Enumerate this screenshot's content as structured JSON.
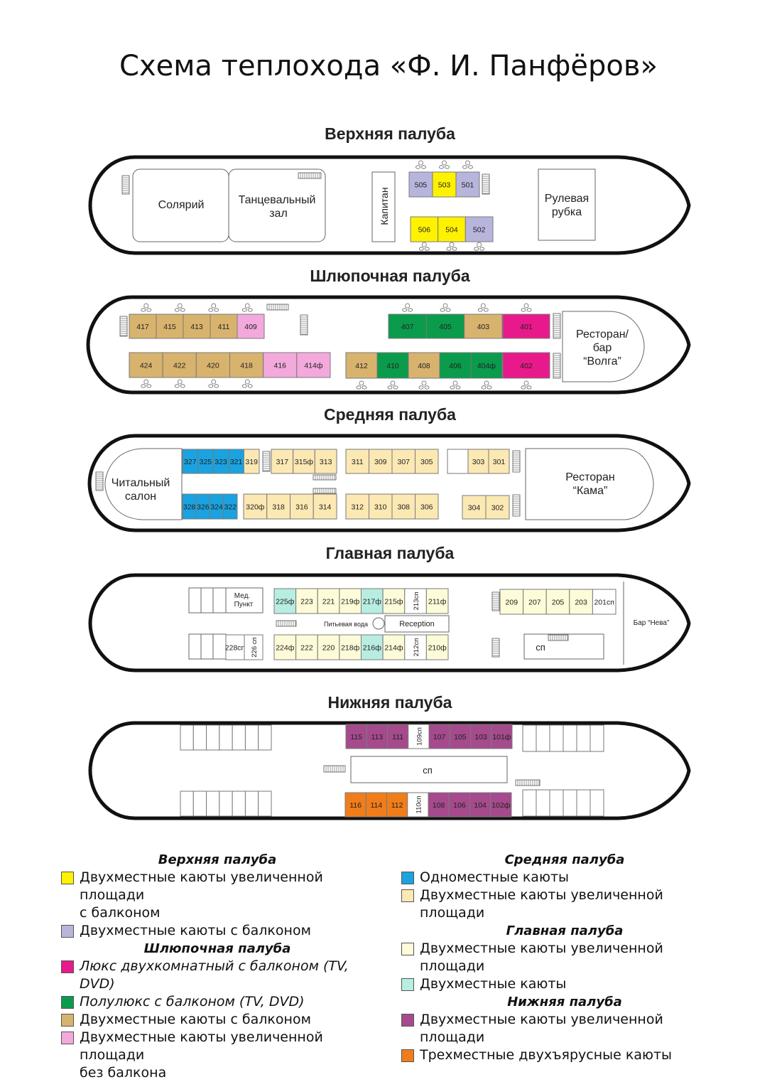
{
  "title": "Схема теплохода «Ф. И. Панфёров»",
  "colors": {
    "yellow": "#fff200",
    "lavender": "#b7b5dc",
    "magenta": "#e8198b",
    "green": "#0a9b4c",
    "tan": "#d8b36e",
    "pink": "#f3a9dc",
    "blue": "#1aa3e0",
    "cream": "#fce8b3",
    "ivory": "#fdfbd8",
    "aqua": "#b8ede1",
    "purple": "#a54a8c",
    "orange": "#f07d1a",
    "none": "#ffffff"
  },
  "decks": {
    "upper": {
      "name": "Верхняя палуба",
      "areas": {
        "solarium": "Солярий",
        "dance_line1": "Танцевальный",
        "dance_line2": "зал",
        "captain": "Капитан",
        "wheel_line1": "Рулевая",
        "wheel_line2": "рубка"
      },
      "cabins_top": [
        {
          "n": "505",
          "c": "lavender"
        },
        {
          "n": "503",
          "c": "yellow"
        },
        {
          "n": "501",
          "c": "lavender"
        }
      ],
      "cabins_bottom": [
        {
          "n": "506",
          "c": "yellow"
        },
        {
          "n": "504",
          "c": "yellow"
        },
        {
          "n": "502",
          "c": "lavender"
        }
      ]
    },
    "boat": {
      "name": "Шлюпочная палуба",
      "areas": {
        "rest_line1": "Ресторан/",
        "rest_line2": "бар",
        "rest_line3": "“Волга”"
      },
      "cabins_top_a": [
        {
          "n": "417",
          "c": "tan"
        },
        {
          "n": "415",
          "c": "tan"
        },
        {
          "n": "413",
          "c": "tan"
        },
        {
          "n": "411",
          "c": "tan"
        },
        {
          "n": "409",
          "c": "pink"
        }
      ],
      "cabins_top_b": [
        {
          "n": "407",
          "c": "green"
        },
        {
          "n": "405",
          "c": "green"
        },
        {
          "n": "403",
          "c": "tan"
        }
      ],
      "cabins_top_c": [
        {
          "n": "401",
          "c": "magenta"
        }
      ],
      "cabins_bottom_a": [
        {
          "n": "424",
          "c": "tan"
        },
        {
          "n": "422",
          "c": "tan"
        },
        {
          "n": "420",
          "c": "tan"
        },
        {
          "n": "418",
          "c": "tan"
        },
        {
          "n": "416",
          "c": "pink"
        },
        {
          "n": "414ф",
          "c": "pink"
        }
      ],
      "cabins_bottom_b": [
        {
          "n": "412",
          "c": "tan"
        },
        {
          "n": "410",
          "c": "green"
        },
        {
          "n": "408",
          "c": "tan"
        },
        {
          "n": "406",
          "c": "green"
        },
        {
          "n": "404ф",
          "c": "green"
        }
      ],
      "cabins_bottom_c": [
        {
          "n": "402",
          "c": "magenta"
        }
      ]
    },
    "middle": {
      "name": "Средняя палуба",
      "areas": {
        "reading_line1": "Читальный",
        "reading_line2": "салон",
        "rest_line1": "Ресторан",
        "rest_line2": "“Кама”"
      },
      "cabins_top_a": [
        {
          "n": "327",
          "c": "blue"
        },
        {
          "n": "325",
          "c": "blue"
        },
        {
          "n": "323",
          "c": "blue"
        },
        {
          "n": "321",
          "c": "blue"
        },
        {
          "n": "319",
          "c": "cream"
        }
      ],
      "cabins_top_b": [
        {
          "n": "317",
          "c": "cream"
        },
        {
          "n": "315ф",
          "c": "cream"
        },
        {
          "n": "313",
          "c": "cream"
        }
      ],
      "cabins_top_c": [
        {
          "n": "311",
          "c": "cream"
        },
        {
          "n": "309",
          "c": "cream"
        },
        {
          "n": "307",
          "c": "cream"
        },
        {
          "n": "305",
          "c": "cream"
        }
      ],
      "cabins_top_d": [
        {
          "n": "",
          "c": "none"
        },
        {
          "n": "303",
          "c": "cream"
        },
        {
          "n": "301",
          "c": "cream"
        }
      ],
      "cabins_bottom_a": [
        {
          "n": "328",
          "c": "blue"
        },
        {
          "n": "326",
          "c": "blue"
        },
        {
          "n": "324",
          "c": "blue"
        },
        {
          "n": "322",
          "c": "blue"
        }
      ],
      "cabins_bottom_b": [
        {
          "n": "320ф",
          "c": "cream"
        },
        {
          "n": "318",
          "c": "cream"
        },
        {
          "n": "316",
          "c": "cream"
        },
        {
          "n": "314",
          "c": "cream"
        }
      ],
      "cabins_bottom_c": [
        {
          "n": "312",
          "c": "cream"
        },
        {
          "n": "310",
          "c": "cream"
        },
        {
          "n": "308",
          "c": "cream"
        },
        {
          "n": "306",
          "c": "cream"
        }
      ],
      "cabins_bottom_d": [
        {
          "n": "304",
          "c": "cream"
        },
        {
          "n": "302",
          "c": "cream"
        }
      ]
    },
    "main": {
      "name": "Главная палуба",
      "areas": {
        "med_line1": "Мед.",
        "med_line2": "Пункт",
        "water": "Питьевая вода",
        "reception": "Reception",
        "bar": "Бар “Нева”",
        "wc": "сп"
      },
      "cabins_top_a": [
        {
          "n": "225ф",
          "c": "aqua"
        },
        {
          "n": "223",
          "c": "ivory"
        },
        {
          "n": "221",
          "c": "ivory"
        },
        {
          "n": "219ф",
          "c": "ivory"
        },
        {
          "n": "217ф",
          "c": "aqua"
        },
        {
          "n": "215ф",
          "c": "ivory"
        },
        {
          "n": "213сп",
          "c": "none",
          "v": true
        },
        {
          "n": "211ф",
          "c": "ivory"
        }
      ],
      "cabins_top_b": [
        {
          "n": "209",
          "c": "ivory"
        },
        {
          "n": "207",
          "c": "ivory"
        },
        {
          "n": "205",
          "c": "ivory"
        },
        {
          "n": "203",
          "c": "ivory"
        },
        {
          "n": "201сп",
          "c": "none"
        }
      ],
      "cabins_bottom_a": [
        {
          "n": "228сп",
          "c": "none"
        },
        {
          "n": "226 сп",
          "c": "none",
          "v": true
        }
      ],
      "cabins_bottom_b": [
        {
          "n": "224ф",
          "c": "ivory"
        },
        {
          "n": "222",
          "c": "ivory"
        },
        {
          "n": "220",
          "c": "ivory"
        },
        {
          "n": "218ф",
          "c": "ivory"
        },
        {
          "n": "216ф",
          "c": "aqua"
        },
        {
          "n": "214ф",
          "c": "ivory"
        },
        {
          "n": "212сп",
          "c": "none",
          "v": true
        },
        {
          "n": "210ф",
          "c": "ivory"
        }
      ]
    },
    "lower": {
      "name": "Нижняя палуба",
      "areas": {
        "wc": "сп"
      },
      "cabins_top": [
        {
          "n": "115",
          "c": "purple"
        },
        {
          "n": "113",
          "c": "purple"
        },
        {
          "n": "111",
          "c": "purple"
        },
        {
          "n": "109сп",
          "c": "none",
          "v": true
        },
        {
          "n": "107",
          "c": "purple"
        },
        {
          "n": "105",
          "c": "purple"
        },
        {
          "n": "103",
          "c": "purple"
        },
        {
          "n": "101ф",
          "c": "purple"
        }
      ],
      "cabins_bottom": [
        {
          "n": "116",
          "c": "orange"
        },
        {
          "n": "114",
          "c": "orange"
        },
        {
          "n": "112",
          "c": "orange"
        },
        {
          "n": "110сп",
          "c": "none",
          "v": true
        },
        {
          "n": "108",
          "c": "purple"
        },
        {
          "n": "106",
          "c": "purple"
        },
        {
          "n": "104",
          "c": "purple"
        },
        {
          "n": "102ф",
          "c": "purple"
        }
      ]
    }
  },
  "legend": {
    "left": [
      {
        "type": "heading",
        "text": "Верхняя палуба"
      },
      {
        "type": "item",
        "color": "yellow",
        "lines": [
          "Двухместные каюты увеличенной площади",
          "с балконом"
        ]
      },
      {
        "type": "item",
        "color": "lavender",
        "lines": [
          "Двухместные каюты с балконом"
        ]
      },
      {
        "type": "heading",
        "text": "Шлюпочная палуба"
      },
      {
        "type": "item",
        "color": "magenta",
        "italic": true,
        "lines": [
          "Люкс двухкомнатный с балконом (TV, DVD)"
        ]
      },
      {
        "type": "item",
        "color": "green",
        "italic": true,
        "lines": [
          "Полулюкс с балконом (TV, DVD)"
        ]
      },
      {
        "type": "item",
        "color": "tan",
        "lines": [
          "Двухместные каюты с балконом"
        ]
      },
      {
        "type": "item",
        "color": "pink",
        "lines": [
          "Двухместные каюты увеличенной площади",
          "без балкона"
        ]
      }
    ],
    "right": [
      {
        "type": "heading",
        "text": "Средняя палуба"
      },
      {
        "type": "item",
        "color": "blue",
        "lines": [
          "Одноместные каюты"
        ]
      },
      {
        "type": "item",
        "color": "cream",
        "lines": [
          "Двухместные каюты увеличенной площади"
        ]
      },
      {
        "type": "heading",
        "text": "Главная палуба"
      },
      {
        "type": "item",
        "color": "ivory",
        "lines": [
          "Двухместные каюты увеличенной площади"
        ]
      },
      {
        "type": "item",
        "color": "aqua",
        "lines": [
          "Двухместные каюты"
        ]
      },
      {
        "type": "heading",
        "text": "Нижняя палуба"
      },
      {
        "type": "item",
        "color": "purple",
        "lines": [
          "Двухместные каюты увеличенной площади"
        ]
      },
      {
        "type": "item",
        "color": "orange",
        "lines": [
          "Трехместные двухъярусные каюты"
        ]
      }
    ]
  }
}
